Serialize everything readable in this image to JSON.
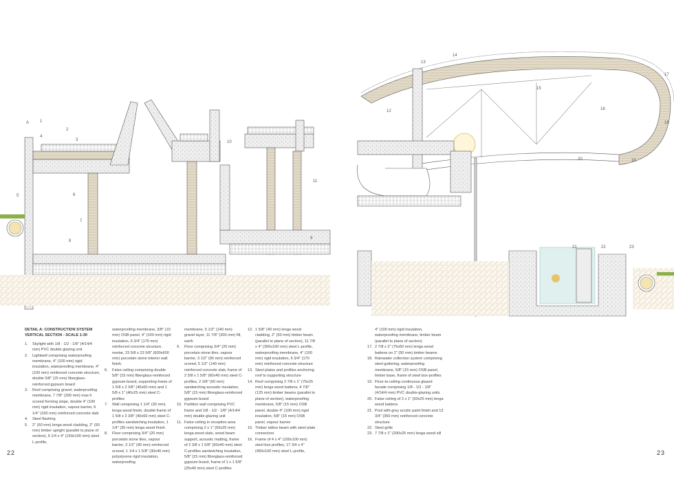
{
  "drawing": {
    "detail_letter": "A",
    "labels": [
      "1",
      "2",
      "3",
      "4",
      "5",
      "6",
      "7",
      "8",
      "9",
      "10",
      "11",
      "12",
      "13",
      "14",
      "15",
      "16",
      "17",
      "18",
      "19",
      "20",
      "21",
      "22",
      "23"
    ]
  },
  "legend": {
    "heading": "DETAIL A: CONSTRUCTION SYSTEM VERTICAL SECTION - SCALE 1:30",
    "col1": [
      {
        "n": "1.",
        "t": "Skylight with 1/8 - 1/2 - 1/8\" (4/14/4 mm) PVC double glazing unit"
      },
      {
        "n": "2.",
        "t": "Lightwell comprising waterproofing membrane, 4\" (100 mm) rigid insulation, waterproofing membrane, 4\" (100 mm) reinforced concrete structure, double 5/8\" (15 mm) fiberglass-reinforced gypsum board"
      },
      {
        "n": "3.",
        "t": "Roof comprising gravel, waterproofing membrane, 7 7/8\" (200 mm) max h screed forming slope, double 4\" (100 mm) rigid insulation, vapour barrier, 6 1/4\" (160 mm) reinforced concrete slab"
      },
      {
        "n": "4.",
        "t": "Steel flashing"
      },
      {
        "n": "5.",
        "t": "2\" (50 mm) lenga wood cladding, 2\" (50 mm) timber upright (parallel to plane of section), 6 1/4 x 4\" (150x100 mm) steel L-profile,"
      }
    ],
    "col2_cont": "waterproofing membrane, 3/8\" (10 mm) OSB panel, 4\" (100 mm) rigid insulation, 6 3/4\" (170 mm) reinforced concrete structure, mortar, 23 5/8 x 23 5/8\" (600x600 mm) porcelain stone interior wall finish.",
    "col2": [
      {
        "n": "6.",
        "t": "False ceiling comprising double 5/8\" (15 mm) fiberglass-reinforced gypsum board, supporting frame of 1 5/8 x 2 3/8\" (40x60 mm) and 1 5/8 x 1\" (40x25 mm) steel C-profiles"
      },
      {
        "n": "7.",
        "t": "Wall comprising 1 1/4\" (30 mm) lenga wood finish, double frame of 1 5/8 x 2 3/8\" (40x60 mm) steel C-profiles sandwiching insulation, 1 1/4\" (30 mm) lenga wood finish"
      },
      {
        "n": "8.",
        "t": "Floor comprising 3/4\" (20 mm) porcelain stone tiles, vapour barrier, 3 1/2\" (90 mm) reinforced screed, 1 1/4 x 1 5/8\" (30x40 mm) polystyrene rigid insulation, waterproofing"
      }
    ],
    "col3_cont": "membrane, 5 1/2\" (140 mm) gravel layer, 11 7/8\" (300 mm) fill, earth",
    "col3": [
      {
        "n": "9.",
        "t": "Floor comprising 3/4\" (20 mm) porcelain stone tiles, vapour barrier, 3 1/2\" (90 mm) reinforced screed, 5 1/2\" (140 mm) reinforced concrete slab, frame of 2 3/8 x 1 5/8\" (60x40 mm) steel C-profiles, 2 3/8\" (60 mm) sandwiching acoustic insulation, 5/8\" (15 mm) fibreglass-reinforced gypsum board"
      },
      {
        "n": "10.",
        "t": "Partition wall comprising PVC frame and 1/8 - 1/2 - 1/8\" (4/14/4 mm) double-glazing unit"
      },
      {
        "n": "11.",
        "t": "False ceiling in reception area comprising 2 x 1\" (50x25 mm) lenga wood slats, wood beam support, acoustic matting, frame of 2 3/8 x 1 5/8\" (60x40 mm) steel C-profiles sandwiching insulation, 5/8\" (15 mm) fibreglass-reinforced gypsum board, frame of 1 x 1 5/8\" (25x40 mm) steel C-profiles"
      }
    ],
    "col4": [
      {
        "n": "12.",
        "t": "1 5/8\" (40 mm) lenga wood cladding, 2\" (50 mm) timber beam (parallel to plane of section), 11 7/8 x 4\" (300x100 mm) steel L-profile, waterproofing membrane, 4\" (100 mm) rigid insulation, 6 3/4\" (170 mm) reinforced concrete structure"
      },
      {
        "n": "13.",
        "t": "Steel plates and profiles anchoring roof to supporting structure"
      },
      {
        "n": "14.",
        "t": "Roof comprising 2 7/8 x 1\" (75x25 mm) lenga wood battens, 4 7/8\" (125 mm) timber beams (parallel to plane of section), waterproofing membrane, 5/8\" (15 mm) OSB panel, double 4\" (100 mm) rigid insulation, 5/8\" (15 mm) OSB panel, vapour barrier"
      },
      {
        "n": "15.",
        "t": "Timber lattice beam with steel plate connectors"
      },
      {
        "n": "16.",
        "t": "Frame of 4 x 4\" (100x100 mm) steel box profiles, 17 3/4 x 4\" (450x100 mm) steel L-profile,"
      }
    ],
    "col5_cont": "4\" (100 mm) rigid insulation, waterproofing membrane, timber beam (parallel to plane of section)",
    "col5": [
      {
        "n": "17.",
        "t": "2 7/8 x 2\" (75x50 mm) lenga wood battens on 2\" (50 mm) timber beams"
      },
      {
        "n": "18.",
        "t": "Rainwater collection system comprising steel guttering, waterproofing membrane, 5/8\" (15 mm) OSB panel, timber base, frame of steel box-profiles"
      },
      {
        "n": "19.",
        "t": "Floor-to-ceiling continuous glazed facade comprising 1/8 - 1/2 - 1/8\" (4/14/4 mm) PVC double-glazing units"
      },
      {
        "n": "20.",
        "t": "False ceiling of 2 x 1\" (50x25 mm) lenga wood battens"
      },
      {
        "n": "21.",
        "t": "Pool with grey acrylic paint finish and 13 3/4\" (350 mm) reinforced concrete structure"
      },
      {
        "n": "22.",
        "t": "Steel grille"
      },
      {
        "n": "23.",
        "t": "7 7/8 x 1\" (200x25 mm) lenga wood sill"
      }
    ]
  },
  "page_numbers": {
    "left": "22",
    "right": "23"
  },
  "colors": {
    "line": "#555555",
    "concrete": "#e9e9e9",
    "insulation": "#d8d2c2",
    "wood": "#c9a66b",
    "glass": "#cfe6e6",
    "lamp": "#e8b84a",
    "grass": "#8bb04a"
  }
}
